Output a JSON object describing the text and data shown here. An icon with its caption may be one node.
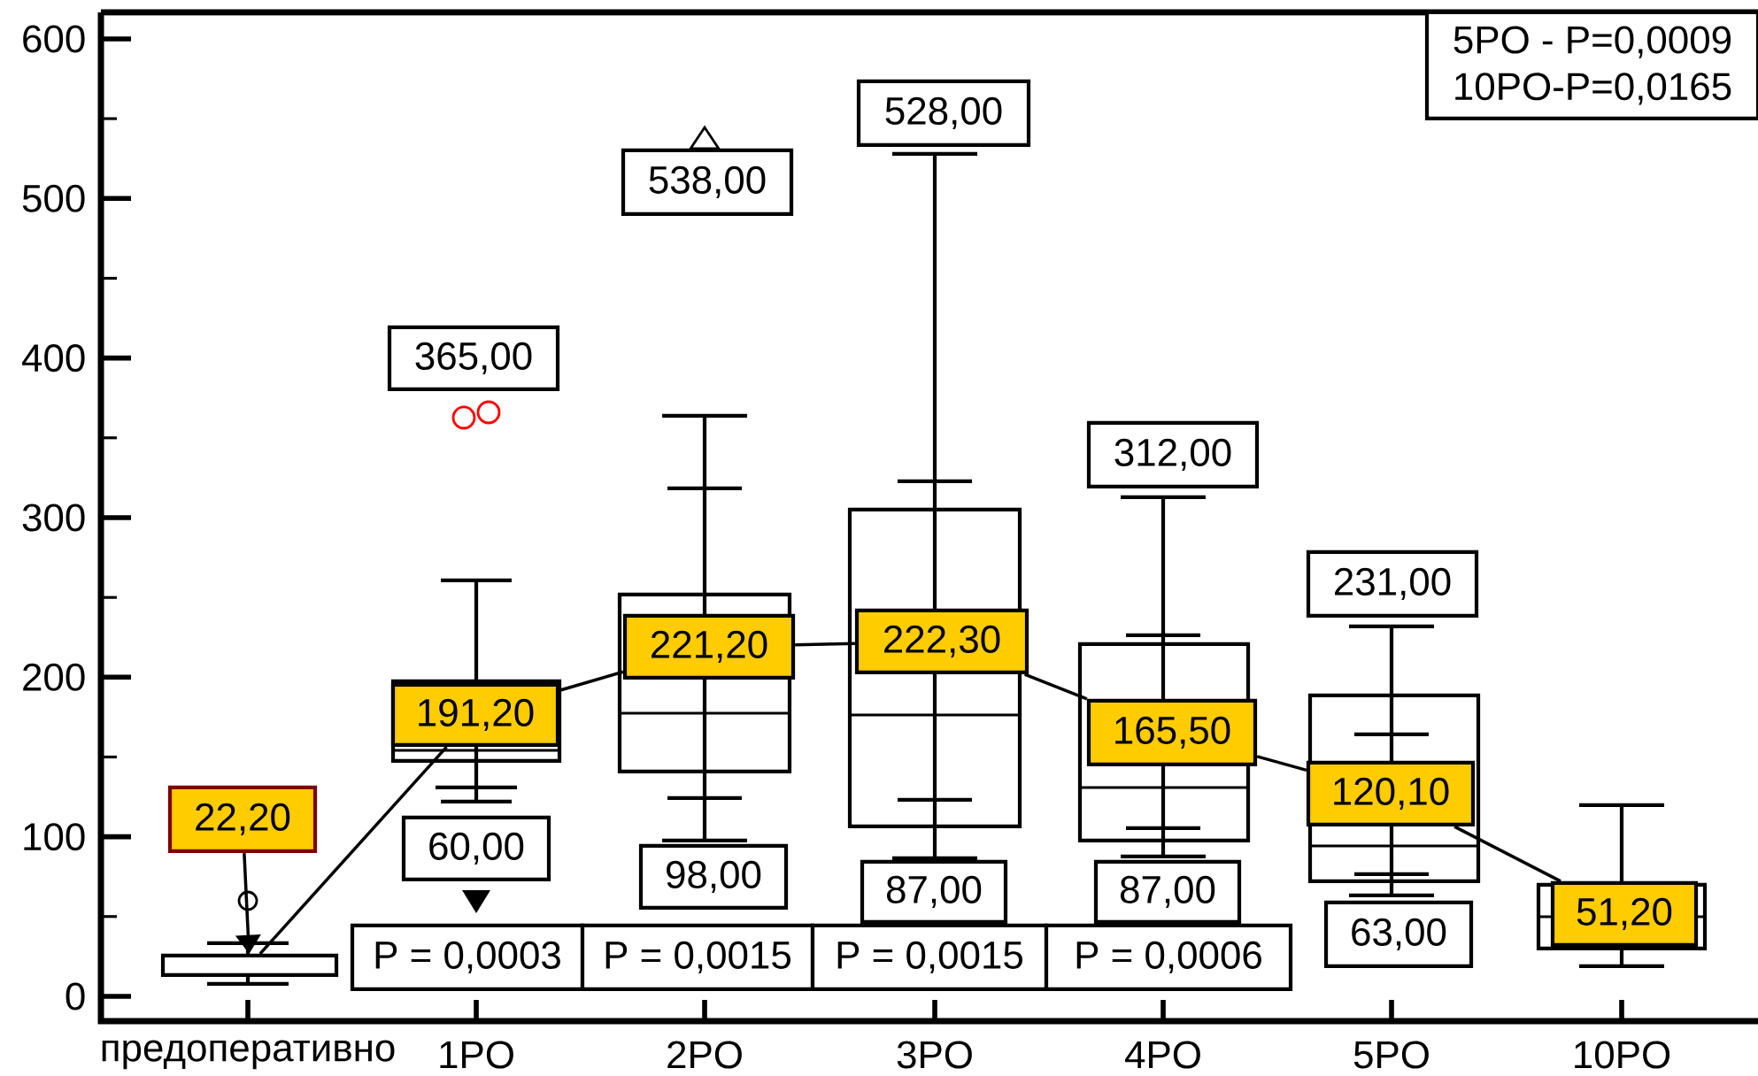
{
  "diagram": {
    "nodes": [
      {
        "text": [
          "5PO - P=0,0009",
          "10PO-P=0,0165"
        ]
      },
      {
        "text": [
          "528,00"
        ]
      },
      {
        "text": [
          "538,00"
        ]
      },
      {
        "text": [
          "365,00"
        ]
      },
      {
        "text": [
          "312,00"
        ]
      },
      {
        "text": [
          "231,00"
        ]
      },
      {
        "text": [
          "221,20"
        ]
      },
      {
        "text": [
          "222,30"
        ]
      },
      {
        "text": [
          "191,20"
        ]
      },
      {
        "text": [
          "165,50"
        ]
      },
      {
        "text": [
          "22,20"
        ]
      },
      {
        "text": [
          "120,10"
        ]
      },
      {
        "text": [
          "60,00"
        ]
      },
      {
        "text": [
          "98,00"
        ]
      },
      {
        "text": [
          "87,00"
        ]
      },
      {
        "text": [
          "87,00"
        ]
      },
      {
        "text": [
          "51,20"
        ]
      },
      {
        "text": [
          "63,00"
        ]
      },
      {
        "text": [
          "P = 0,0003"
        ]
      },
      {
        "text": [
          "P = 0,0015"
        ]
      },
      {
        "text": [
          "P = 0,0015"
        ]
      },
      {
        "text": [
          "P = 0,0006"
        ]
      },
      {
        "text": [],
        "shape": "box"
      }
    ],
    "edges": [
      {
        "from": 10,
        "to": 22,
        "arrow": "to"
      },
      {
        "from": 22,
        "to": 8,
        "arrow": "none"
      },
      {
        "from": 8,
        "to": 6,
        "arrow": "none"
      },
      {
        "from": 6,
        "to": 7,
        "arrow": "none"
      },
      {
        "from": 7,
        "to": 9,
        "arrow": "none"
      },
      {
        "from": 9,
        "to": 11,
        "arrow": "none"
      },
      {
        "from": 11,
        "to": 16,
        "arrow": "none"
      }
    ],
    "labels": [
      "600",
      "500",
      "400",
      "300",
      "200",
      "100",
      "0",
      "предоперативно",
      "1PO",
      "2PO",
      "3PO",
      "4PO",
      "5PO",
      "10PO"
    ]
  }
}
